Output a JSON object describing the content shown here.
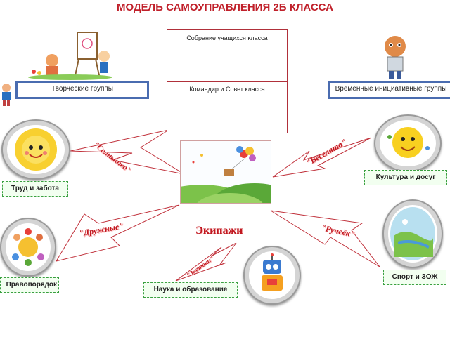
{
  "title": "МОДЕЛЬ САМОУПРАВЛЕНИЯ 2Б КЛАССА",
  "center": {
    "assembly": "Собрание учащихся класса",
    "council": "Командир и Совет класса"
  },
  "groups": {
    "creative": "Творческие группы",
    "temporary": "Временные инициативные группы"
  },
  "crews_label": "Экипажи",
  "crews": [
    {
      "label": "\"Солнышко\"",
      "role": "Труд и забота"
    },
    {
      "label": "\"Дружные\"",
      "role": "Правопорядок"
    },
    {
      "label": "\"Знатоки\"",
      "role": "Наука и образование"
    },
    {
      "label": "\"Веселята\"",
      "role": "Культура и досуг"
    },
    {
      "label": "\"Ручеёк\"",
      "role": "Спорт и ЗОЖ"
    }
  ],
  "colors": {
    "title": "#c0202a",
    "connector": "#c0303a",
    "group_border": "#4a6cb0",
    "role_border": "#3aa040"
  },
  "icons": [
    "painting-kids-icon",
    "boy-mascot-icon",
    "sun-icon",
    "holding-hands-icon",
    "robot-icon",
    "smiley-icon",
    "landscape-icon",
    "balloons-icon"
  ]
}
